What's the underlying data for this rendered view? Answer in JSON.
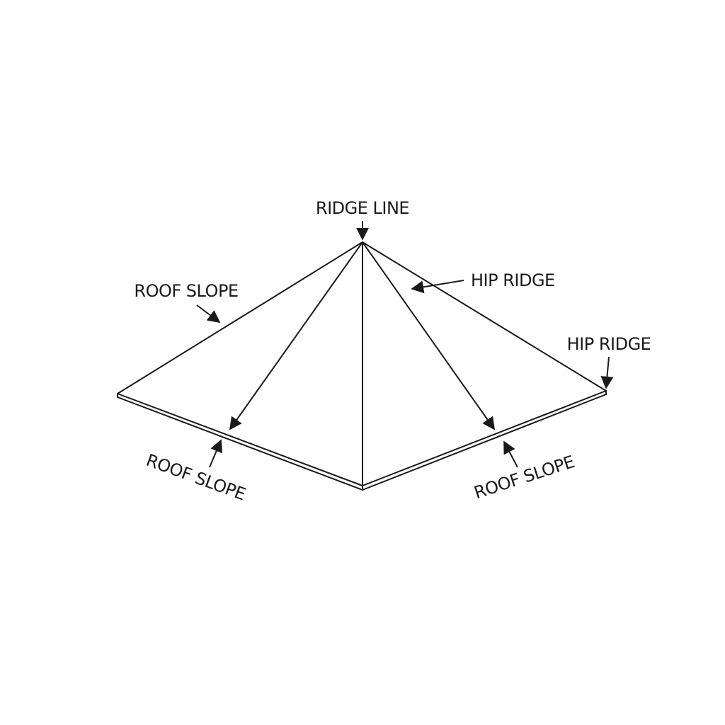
{
  "labels": {
    "ridge_line": "RIDGE LINE",
    "hip_ridge_upper": "HIP RIDGE",
    "hip_ridge_right": "HIP RIDGE",
    "roof_slope_upper_left": "ROOF SLOPE",
    "roof_slope_lower_left": "ROOF SLOPE",
    "roof_slope_lower_right": "ROOF SLOPE"
  },
  "colors": {
    "line": "#1a1a1a",
    "background": "#ffffff"
  }
}
